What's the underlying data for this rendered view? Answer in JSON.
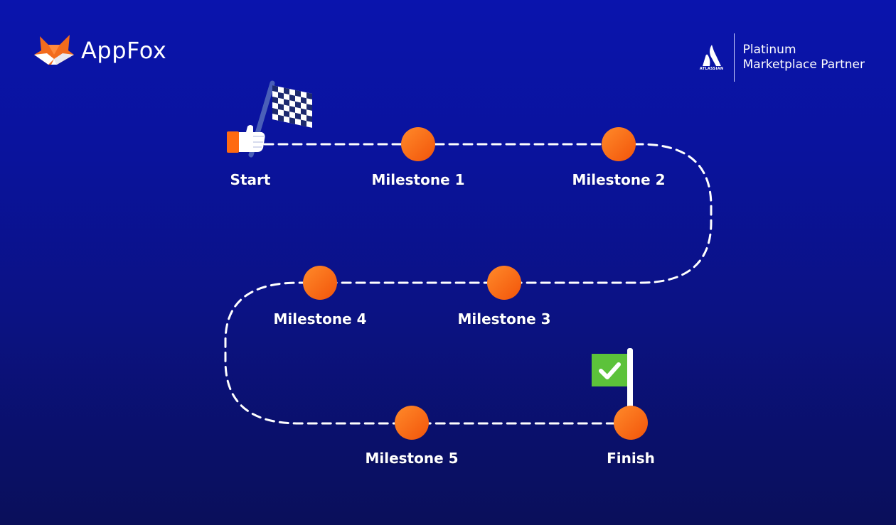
{
  "brand": {
    "name": "AppFox",
    "logo_icon": "fox-head-icon"
  },
  "partner": {
    "logo_icon": "atlassian-logo-icon",
    "logo_word": "ATLASSIAN",
    "line1": "Platinum",
    "line2": "Marketplace Partner"
  },
  "roadmap": {
    "path_style": "dashed",
    "colors": {
      "node": "#ff6a10",
      "path": "#ffffff",
      "finish_flag": "#5cc23a",
      "start_flag": "#2e3d8f"
    },
    "nodes": [
      {
        "id": "start",
        "label": "Start",
        "icon": "checkered-flag-icon"
      },
      {
        "id": "m1",
        "label": "Milestone 1"
      },
      {
        "id": "m2",
        "label": "Milestone 2"
      },
      {
        "id": "m3",
        "label": "Milestone 3"
      },
      {
        "id": "m4",
        "label": "Milestone 4"
      },
      {
        "id": "m5",
        "label": "Milestone 5"
      },
      {
        "id": "finish",
        "label": "Finish",
        "icon": "checkmark-flag-icon"
      }
    ]
  }
}
